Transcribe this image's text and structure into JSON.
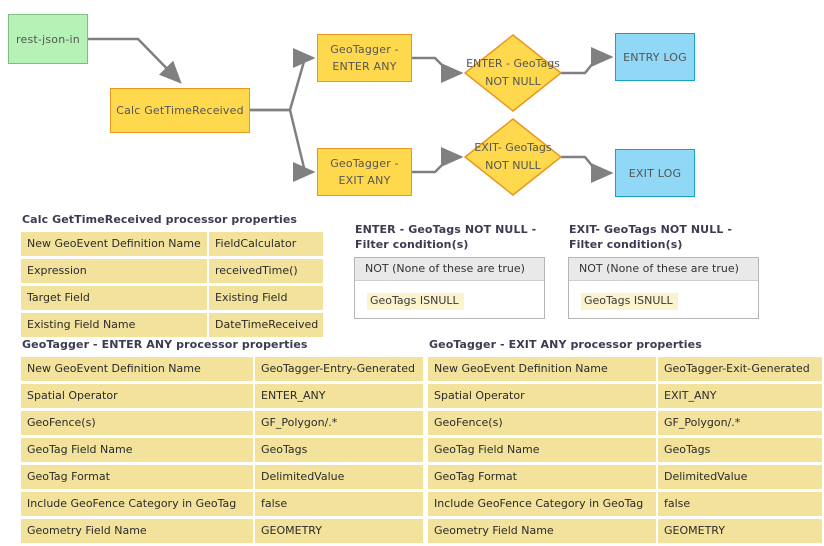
{
  "diagram": {
    "nodes": [
      {
        "id": "rest-json-in",
        "label": "rest-json-in",
        "type": "source"
      },
      {
        "id": "calc-gettimereceived",
        "label": "Calc GetTimeReceived",
        "type": "processor"
      },
      {
        "id": "geotagger-enter-any",
        "label_line1": "GeoTagger -",
        "label_line2": "ENTER ANY",
        "type": "processor"
      },
      {
        "id": "geotagger-exit-any",
        "label_line1": "GeoTagger -",
        "label_line2": "EXIT ANY",
        "type": "processor"
      },
      {
        "id": "enter-geotags-not-null",
        "label_line1": "ENTER - GeoTags",
        "label_line2": "NOT NULL",
        "type": "decision"
      },
      {
        "id": "exit-geotags-not-null",
        "label_line1": "EXIT- GeoTags",
        "label_line2": "NOT NULL",
        "type": "decision"
      },
      {
        "id": "entry-log",
        "label": "ENTRY LOG",
        "type": "sink"
      },
      {
        "id": "exit-log",
        "label": "EXIT LOG",
        "type": "sink"
      }
    ],
    "colors": {
      "source_fill": "#b6f2b6",
      "source_border": "#7fbf7f",
      "processor_fill": "#ffd94d",
      "processor_border": "#e8961e",
      "sink_fill": "#90d8f5",
      "sink_border": "#17a2bd",
      "connector": "#808080"
    }
  },
  "calc_table": {
    "title": "Calc GetTimeReceived processor properties",
    "rows": [
      {
        "name": "New GeoEvent Definition Name",
        "value": "FieldCalculator"
      },
      {
        "name": "Expression",
        "value": "receivedTime()"
      },
      {
        "name": "Target Field",
        "value": "Existing Field"
      },
      {
        "name": "Existing Field Name",
        "value": "DateTimeReceived"
      }
    ]
  },
  "enter_filter": {
    "title_line1": "ENTER - GeoTags NOT NULL -",
    "title_line2": "Filter condition(s)",
    "header": "NOT (None of these are true)",
    "conditions": [
      "GeoTags ISNULL"
    ]
  },
  "exit_filter": {
    "title_line1": "EXIT- GeoTags NOT NULL -",
    "title_line2": "Filter condition(s)",
    "header": "NOT (None of these are true)",
    "conditions": [
      "GeoTags ISNULL"
    ]
  },
  "enter_table": {
    "title": "GeoTagger - ENTER ANY processor properties",
    "rows": [
      {
        "name": "New GeoEvent Definition Name",
        "value": "GeoTagger-Entry-Generated"
      },
      {
        "name": "Spatial Operator",
        "value": "ENTER_ANY"
      },
      {
        "name": "GeoFence(s)",
        "value": "GF_Polygon/.*"
      },
      {
        "name": "GeoTag Field Name",
        "value": "GeoTags"
      },
      {
        "name": "GeoTag Format",
        "value": "DelimitedValue"
      },
      {
        "name": "Include GeoFence Category in GeoTag",
        "value": "false"
      },
      {
        "name": "Geometry Field Name",
        "value": "GEOMETRY"
      }
    ]
  },
  "exit_table": {
    "title": "GeoTagger - EXIT ANY processor properties",
    "rows": [
      {
        "name": "New GeoEvent Definition Name",
        "value": "GeoTagger-Exit-Generated"
      },
      {
        "name": "Spatial Operator",
        "value": "EXIT_ANY"
      },
      {
        "name": "GeoFence(s)",
        "value": "GF_Polygon/.*"
      },
      {
        "name": "GeoTag Field Name",
        "value": "GeoTags"
      },
      {
        "name": "GeoTag Format",
        "value": "DelimitedValue"
      },
      {
        "name": "Include GeoFence Category in GeoTag",
        "value": "false"
      },
      {
        "name": "Geometry Field Name",
        "value": "GEOMETRY"
      }
    ]
  }
}
